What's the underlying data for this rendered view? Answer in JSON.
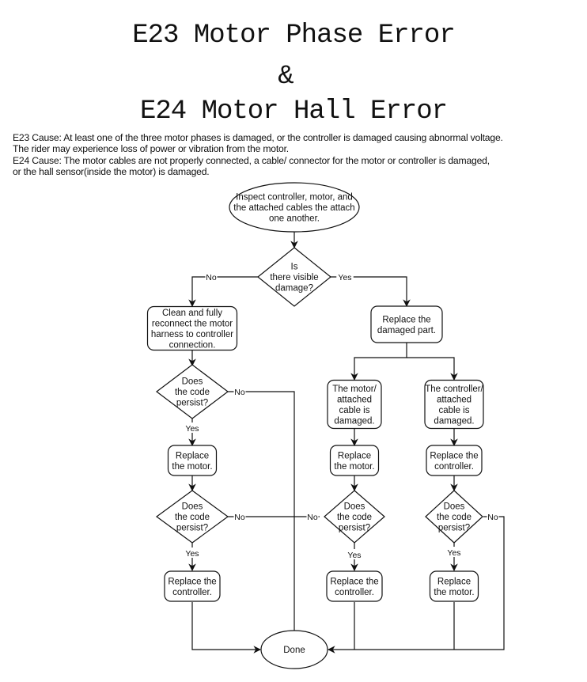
{
  "header": {
    "title_line1": "E23 Motor Phase Error",
    "title_amp": "&",
    "title_line2": "E24 Motor Hall Error"
  },
  "causes": {
    "e23_line1": "E23 Cause:  At least one of the three motor phases is damaged, or the controller is damaged causing abnormal voltage.",
    "e23_line2": "The rider may experience loss of power or vibration from the motor.",
    "e24_line1": "E24 Cause: The motor cables are not properly connected, a cable/ connector for the motor or controller is damaged,",
    "e24_line2": "or the hall sensor(inside the motor) is damaged."
  },
  "flowchart": {
    "start": [
      "Inspect controller, motor, and",
      "the attached cables the attach",
      "one another."
    ],
    "decision_damage": [
      "Is",
      "there visible",
      "damage?"
    ],
    "clean_reconnect": [
      "Clean and fully",
      "reconnect the motor",
      "harness to controller",
      "connection."
    ],
    "replace_damaged": [
      "Replace the",
      "damaged part."
    ],
    "motor_damaged": [
      "The motor/",
      "attached",
      "cable is",
      "damaged."
    ],
    "controller_damaged": [
      "The controller/",
      "attached",
      "cable is",
      "damaged."
    ],
    "decision_persist_1": [
      "Does",
      "the code",
      "persist?"
    ],
    "replace_motor_left": [
      "Replace",
      "the motor."
    ],
    "decision_persist_2": [
      "Does",
      "the code",
      "persist?"
    ],
    "replace_controller_left": [
      "Replace the",
      "controller."
    ],
    "replace_motor_mid": [
      "Replace",
      "the motor."
    ],
    "decision_persist_mid": [
      "Does",
      "the code",
      "persist?"
    ],
    "replace_controller_mid": [
      "Replace the",
      "controller."
    ],
    "replace_controller_right": [
      "Replace the",
      "controller."
    ],
    "decision_persist_right": [
      "Does",
      "the code",
      "persist?"
    ],
    "replace_motor_right": [
      "Replace",
      "the motor."
    ],
    "end": [
      "Done"
    ],
    "labels": {
      "yes": "Yes",
      "no": "No"
    }
  }
}
